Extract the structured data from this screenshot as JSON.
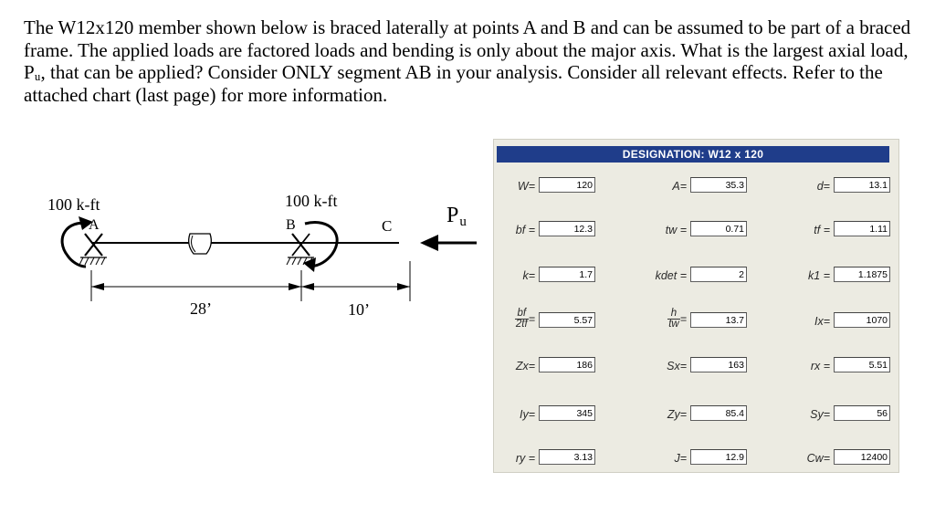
{
  "problem": {
    "text": "The W12x120 member shown below is braced laterally at points A and B and can be assumed to be part of a braced frame. The applied loads are factored loads and bending is only about the major axis. What is the largest axial load, Pᵤ, that can be applied? Consider ONLY segment AB in your analysis. Consider all relevant effects. Refer to the attached chart (last page) for more information."
  },
  "diagram": {
    "moment_a": "100 k-ft",
    "moment_b": "100 k-ft",
    "point_a": "A",
    "point_b": "B",
    "point_c": "C",
    "load_p": "P",
    "load_sub": "u",
    "span_ab": "28’",
    "span_bc": "10’"
  },
  "section": {
    "title": "DESIGNATION: W12 x 120",
    "props": [
      {
        "label": "W=",
        "value": "120"
      },
      {
        "label": "A=",
        "value": "35.3"
      },
      {
        "label": "d=",
        "value": "13.1"
      },
      {
        "label": "bf =",
        "value": "12.3"
      },
      {
        "label": "tw =",
        "value": "0.71"
      },
      {
        "label": "tf =",
        "value": "1.11"
      },
      {
        "label": "k=",
        "value": "1.7"
      },
      {
        "label": "kdet =",
        "value": "2"
      },
      {
        "label": "k1 =",
        "value": "1.1875"
      },
      {
        "label_num": "bf",
        "label_den": "2tf",
        "label_eq": "=",
        "value": "5.57"
      },
      {
        "label_num": "h",
        "label_den": "tw",
        "label_eq": "=",
        "value": "13.7"
      },
      {
        "label": "Ix=",
        "value": "1070"
      },
      {
        "label": "Zx=",
        "value": "186"
      },
      {
        "label": "Sx=",
        "value": "163"
      },
      {
        "label": "rx =",
        "value": "5.51"
      },
      {
        "label": "Iy=",
        "value": "345"
      },
      {
        "label": "Zy=",
        "value": "85.4"
      },
      {
        "label": "Sy=",
        "value": "56"
      },
      {
        "label": "ry =",
        "value": "3.13"
      },
      {
        "label": "J=",
        "value": "12.9"
      },
      {
        "label": "Cw=",
        "value": "12400"
      }
    ]
  }
}
